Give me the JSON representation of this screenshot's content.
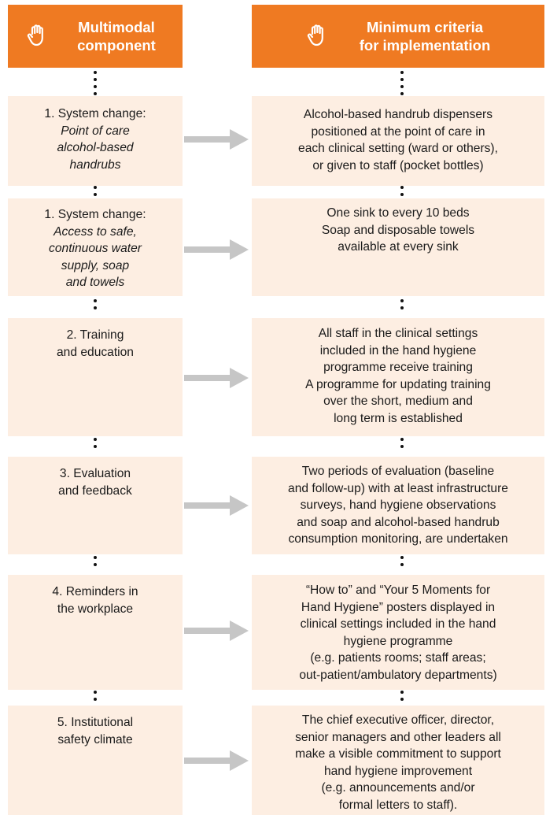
{
  "header": {
    "left_lines": [
      "Multimodal",
      "component"
    ],
    "right_lines": [
      "Minimum criteria",
      "for implementation"
    ],
    "left_icon": "raised-hand-icon",
    "right_icon": "raised-hand-icon",
    "color": "#ef7a22"
  },
  "rows": [
    {
      "component_title": "1. System change:",
      "component_subtitle_lines": [
        "Point of care",
        "alcohol-based",
        "handrubs"
      ],
      "criteria_lines": [
        "Alcohol-based handrub dispensers",
        "positioned at the point of care in",
        "each clinical setting (ward or others),",
        "or given to staff (pocket bottles)"
      ]
    },
    {
      "component_title": "1. System change:",
      "component_subtitle_lines": [
        "Access to safe,",
        "continuous water",
        "supply, soap",
        "and towels"
      ],
      "criteria_lines": [
        "One sink to every 10 beds",
        "Soap and disposable towels",
        "available at every sink"
      ]
    },
    {
      "component_title_lines": [
        "2. Training",
        "and education"
      ],
      "criteria_lines": [
        "All staff in the clinical settings",
        "included in the hand hygiene",
        "programme receive training",
        "A programme for updating training",
        "over the short, medium and",
        "long term is established"
      ]
    },
    {
      "component_title_lines": [
        "3. Evaluation",
        "and feedback"
      ],
      "criteria_lines": [
        "Two periods of evaluation (baseline",
        "and follow-up) with at least infrastructure",
        "surveys, hand hygiene observations",
        "and soap and alcohol-based handrub",
        "consumption monitoring, are undertaken"
      ]
    },
    {
      "component_title_lines": [
        "4. Reminders in",
        "the workplace"
      ],
      "criteria_lines": [
        "“How to” and “Your 5 Moments for",
        "Hand Hygiene” posters displayed in",
        "clinical settings included in the hand",
        "hygiene programme",
        "(e.g. patients rooms; staff areas;",
        "out-patient/ambulatory departments)"
      ]
    },
    {
      "component_title_lines": [
        "5. Institutional",
        "safety climate"
      ],
      "criteria_lines": [
        "The chief executive officer, director,",
        "senior managers and other leaders all",
        "make a visible commitment to support",
        "hand hygiene improvement",
        "(e.g. announcements and/or",
        "formal letters to staff)."
      ]
    }
  ]
}
